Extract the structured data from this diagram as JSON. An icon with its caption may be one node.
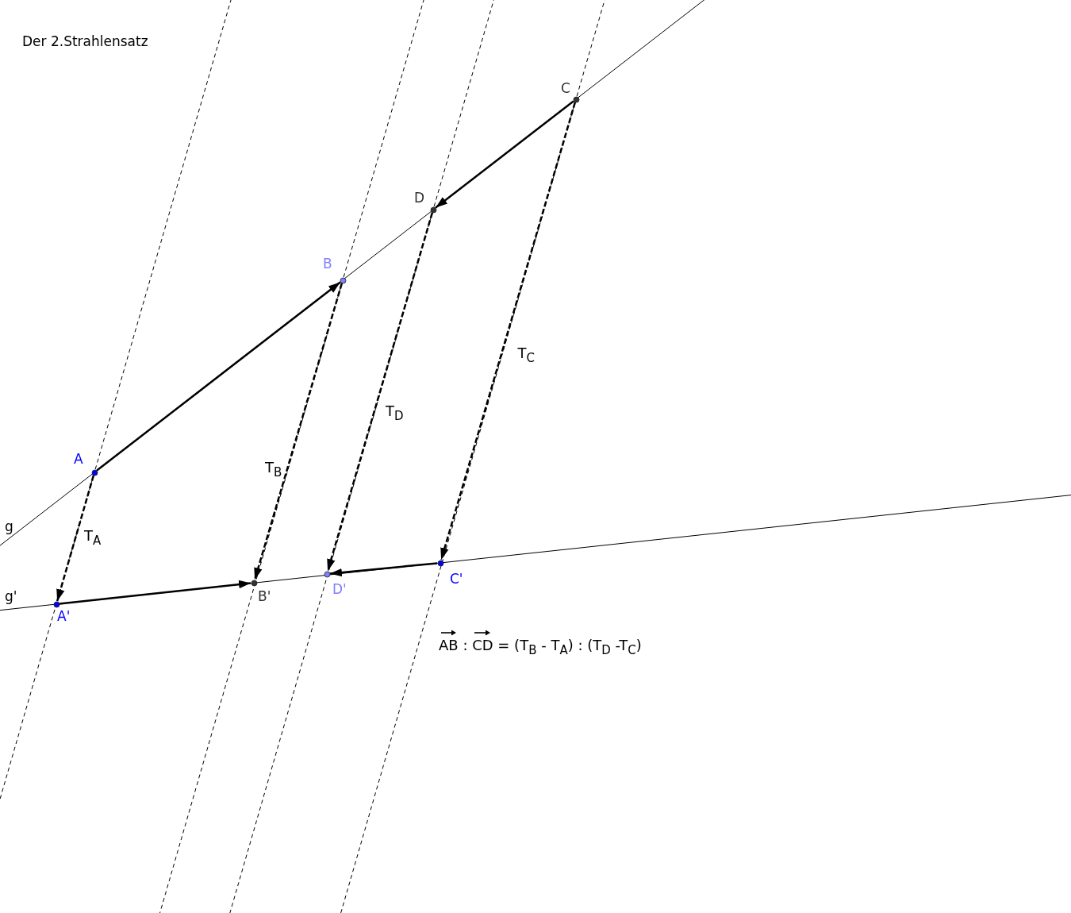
{
  "diagram": {
    "title": "Der 2.Strahlensatz",
    "nodes": [
      {
        "text": [
          "A"
        ]
      },
      {
        "text": [
          "B"
        ]
      },
      {
        "text": [
          "C"
        ]
      },
      {
        "text": [
          "D"
        ]
      },
      {
        "text": [
          "A'"
        ]
      },
      {
        "text": [
          "B'"
        ]
      },
      {
        "text": [
          "C'"
        ]
      },
      {
        "text": [
          "D'"
        ]
      }
    ],
    "edges": [
      {
        "from": 0,
        "to": 1,
        "arrow": "to"
      },
      {
        "from": 2,
        "to": 3,
        "arrow": "to"
      },
      {
        "from": 4,
        "to": 5,
        "arrow": "to"
      },
      {
        "from": 6,
        "to": 7,
        "arrow": "to"
      },
      {
        "from": 0,
        "to": 4,
        "arrow": "to",
        "style": "dashed",
        "label": "T$_{A}$"
      },
      {
        "from": 1,
        "to": 5,
        "arrow": "to",
        "style": "dashed",
        "label": "T$_{B}$"
      },
      {
        "from": 3,
        "to": 7,
        "arrow": "to",
        "style": "dashed",
        "label": "T$_{D}$"
      },
      {
        "from": 2,
        "to": 6,
        "arrow": "to",
        "style": "dashed",
        "label": "T$_{C}$"
      }
    ],
    "labels": [
      "g",
      "g'",
      "AB : CD = (T$_{B}$ - T$_{A}$) : (T$_{D}$ -T$_{C}$)"
    ]
  }
}
